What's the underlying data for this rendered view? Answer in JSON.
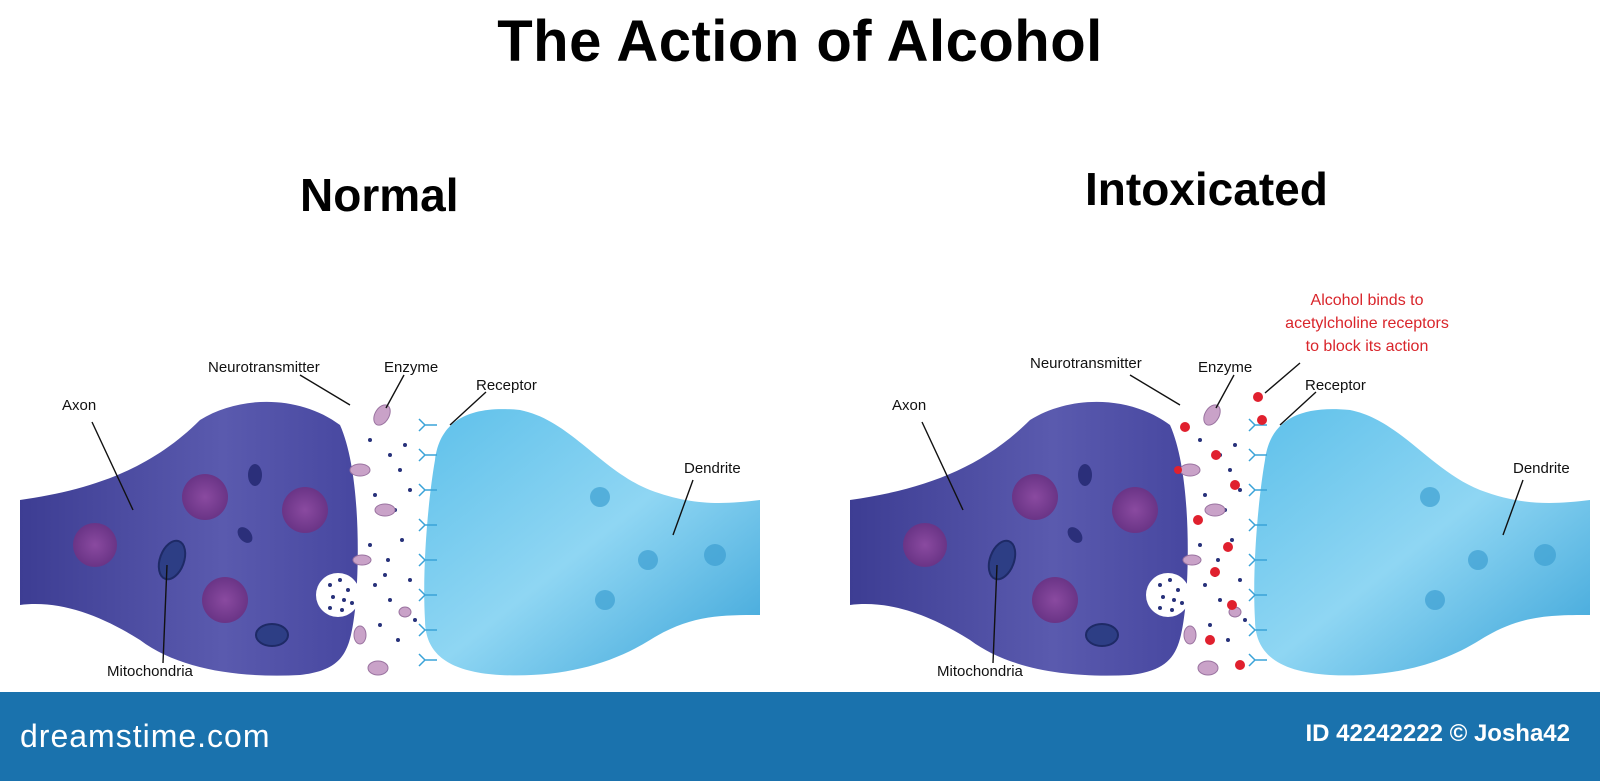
{
  "title": "The Action of Alcohol",
  "panels": {
    "normal": {
      "title": "Normal",
      "labels": {
        "axon": "Axon",
        "neurotransmitter": "Neurotransmitter",
        "enzyme": "Enzyme",
        "receptor": "Receptor",
        "dendrite": "Dendrite",
        "mitochondria": "Mitochondria"
      }
    },
    "intoxicated": {
      "title": "Intoxicated",
      "labels": {
        "axon": "Axon",
        "neurotransmitter": "Neurotransmitter",
        "enzyme": "Enzyme",
        "receptor": "Receptor",
        "dendrite": "Dendrite",
        "mitochondria": "Mitochondria"
      },
      "note": [
        "Alcohol binds to",
        "acetylcholine receptors",
        "to block its action"
      ]
    }
  },
  "footer": {
    "brand": "dreamstime.com",
    "credit": "ID 42242222 © Josha42"
  },
  "colors": {
    "axon": "#4f4fa6",
    "dendrite": "#4fb3e3",
    "vesicle": "#7a3f94",
    "enzyme": "#c9a2c8",
    "alcohol": "#e0202e",
    "footer": "#1a72ad"
  }
}
